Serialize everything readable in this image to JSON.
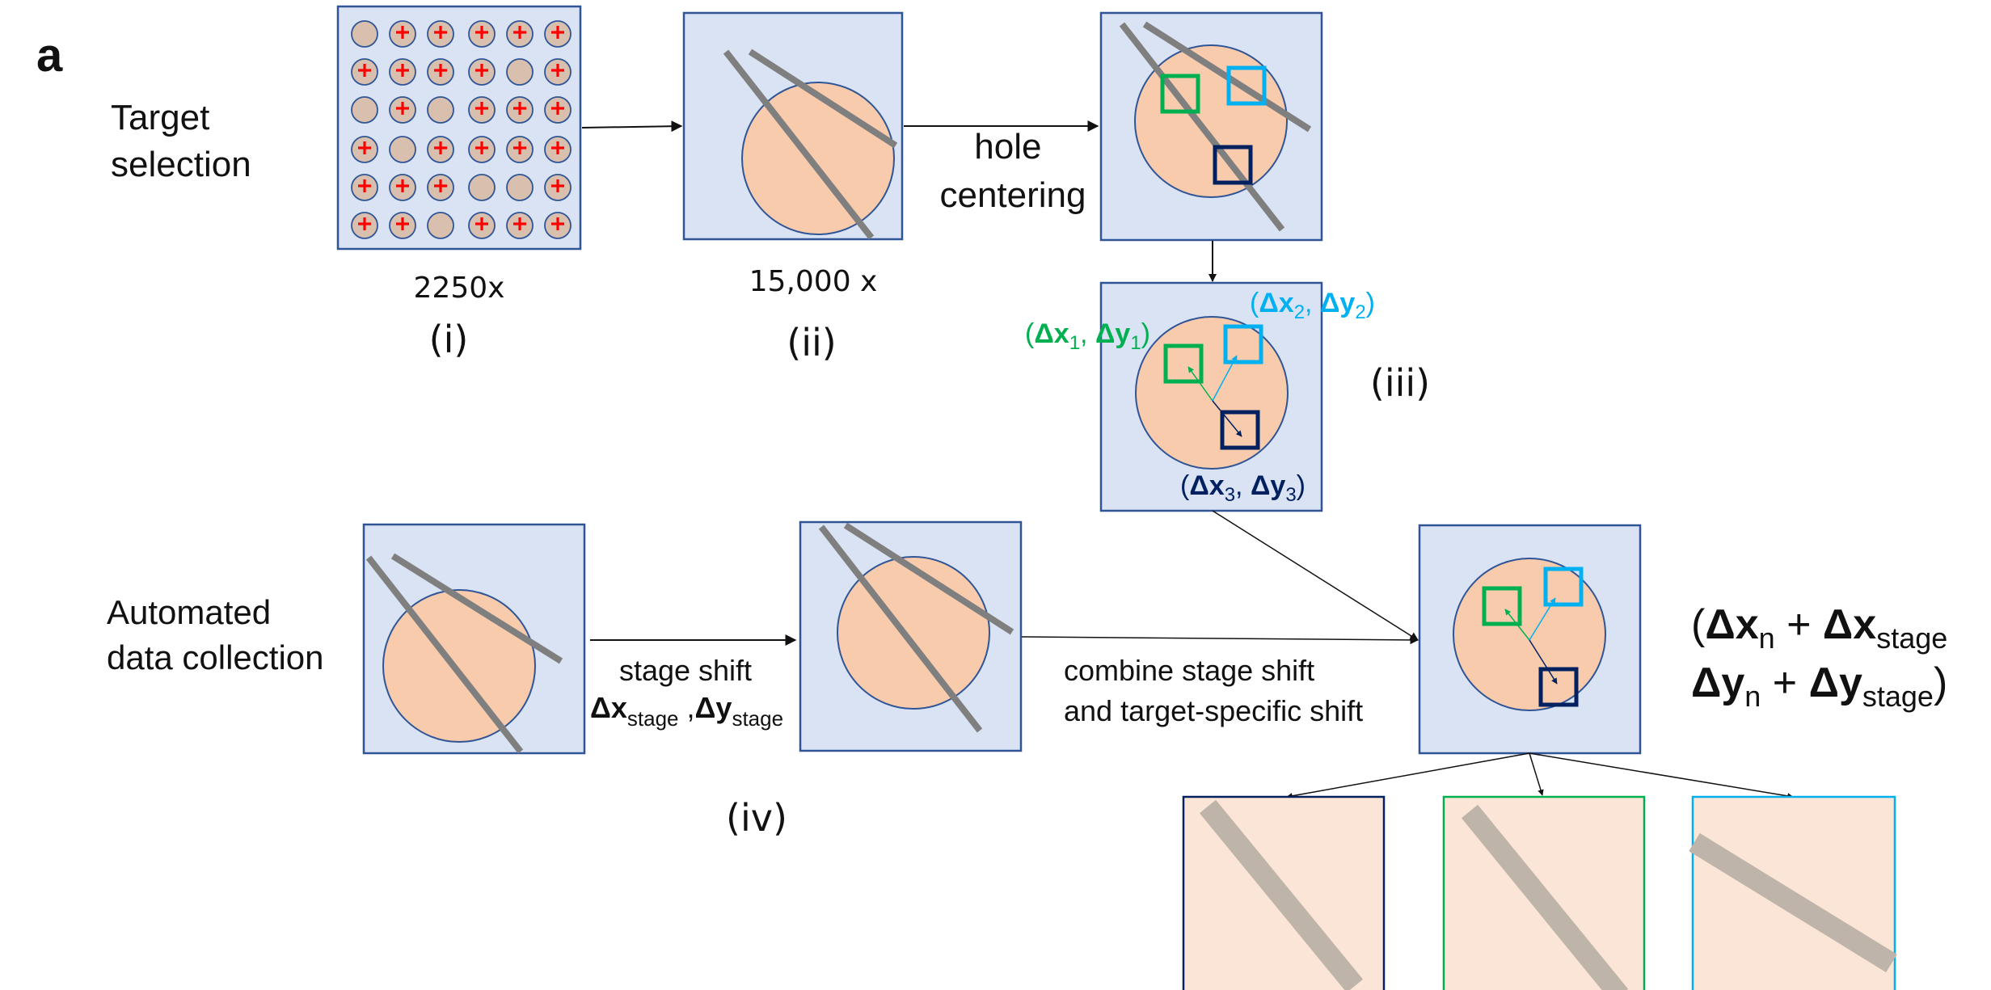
{
  "panel_label": "a",
  "colors": {
    "panel_fill": "#dae3f3",
    "panel_border": "#2f5597",
    "hole_fill": "#f8cbad",
    "hole_border": "#2f5597",
    "line_gray": "#7f7f7f",
    "grid_circle": "#d9bfae",
    "plus_red": "#ff0000",
    "green": "#00b050",
    "light_blue": "#00b0f0",
    "navy": "#002060",
    "image_fill": "#fbe5d6",
    "image_bar": "#bfb4aa"
  },
  "sections": {
    "target_selection": [
      "Target",
      "selection"
    ],
    "automated": [
      "Automated",
      "data collection"
    ]
  },
  "steps": {
    "i": {
      "magnification": "2250x",
      "label": "(i)"
    },
    "ii": {
      "magnification": "15,000 x",
      "label": "(ii)"
    },
    "iii": {
      "label": "(iii)"
    },
    "iv": {
      "label": "(iv)"
    }
  },
  "arrow_labels": {
    "hole_centering": [
      "hole",
      "centering"
    ],
    "stage_shift": "stage shift",
    "stage_delta_x": "Δx",
    "stage_delta_y": "Δy",
    "stage_sub": "stage",
    "stage_comma": " ,",
    "combine": [
      "combine stage shift",
      "and target-specific shift"
    ]
  },
  "shift_labels": {
    "green": {
      "open": "(",
      "dx": "Δx",
      "dx_sub": "1",
      "sep": ", ",
      "dy": "Δy",
      "dy_sub": "1",
      "close": ")"
    },
    "blue": {
      "open": "(",
      "dx": "Δx",
      "dx_sub": "2",
      "sep": ", ",
      "dy": "Δy",
      "dy_sub": "2",
      "close": ")"
    },
    "navy": {
      "open": "(",
      "dx": "Δx",
      "dx_sub": "3",
      "sep": ", ",
      "dy": "Δy",
      "dy_sub": "3",
      "close": ")"
    }
  },
  "formula": {
    "line1": {
      "open": "(",
      "a": "Δx",
      "a_sub": "n",
      "plus": " + ",
      "b": "Δx",
      "b_sub": "stage"
    },
    "line2": {
      "a": "Δy",
      "a_sub": "n",
      "plus": " + ",
      "b": "Δy",
      "b_sub": "stage",
      "close": ")"
    }
  },
  "grid": {
    "rows": 6,
    "cols": 6,
    "plus_pattern": [
      [
        0,
        1,
        1,
        1,
        1,
        1
      ],
      [
        1,
        1,
        1,
        1,
        0,
        1
      ],
      [
        0,
        1,
        0,
        1,
        1,
        1
      ],
      [
        1,
        0,
        1,
        1,
        1,
        1
      ],
      [
        1,
        1,
        1,
        0,
        0,
        1
      ],
      [
        1,
        1,
        0,
        1,
        1,
        1
      ]
    ]
  }
}
